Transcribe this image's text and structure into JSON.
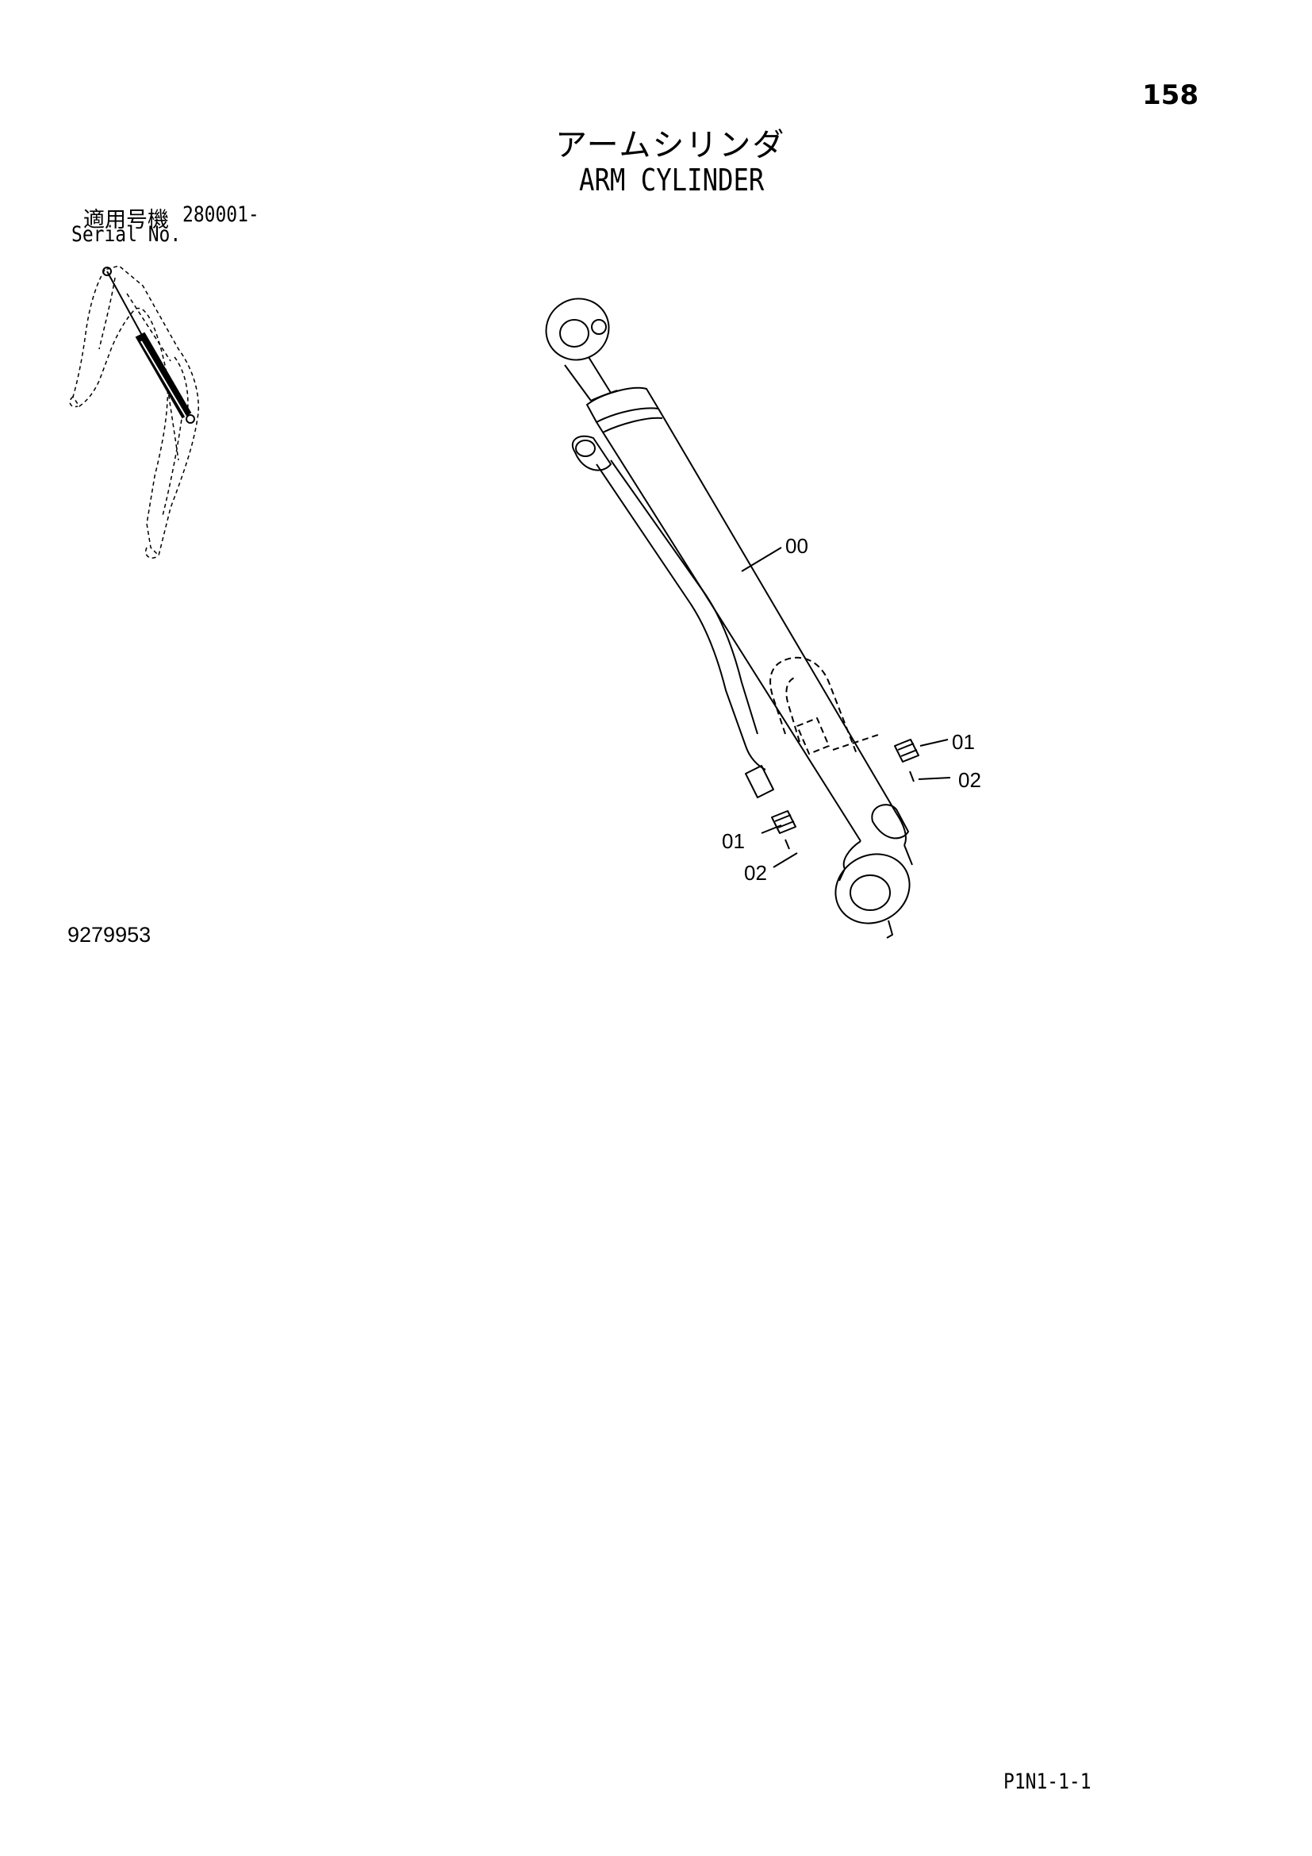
{
  "header": {
    "page_number": "158",
    "title_ja": "アームシリンダ",
    "title_en": "ARM CYLINDER"
  },
  "serial": {
    "label_ja": "適用号機",
    "label_en": "Serial No.",
    "value": "280001-"
  },
  "drawing_number": "9279953",
  "callouts": {
    "cylinder": "00",
    "fitting_right": "01",
    "oring_right": "02",
    "fitting_left": "01",
    "oring_left": "02"
  },
  "footer": {
    "code": "P1N1-1-1"
  }
}
